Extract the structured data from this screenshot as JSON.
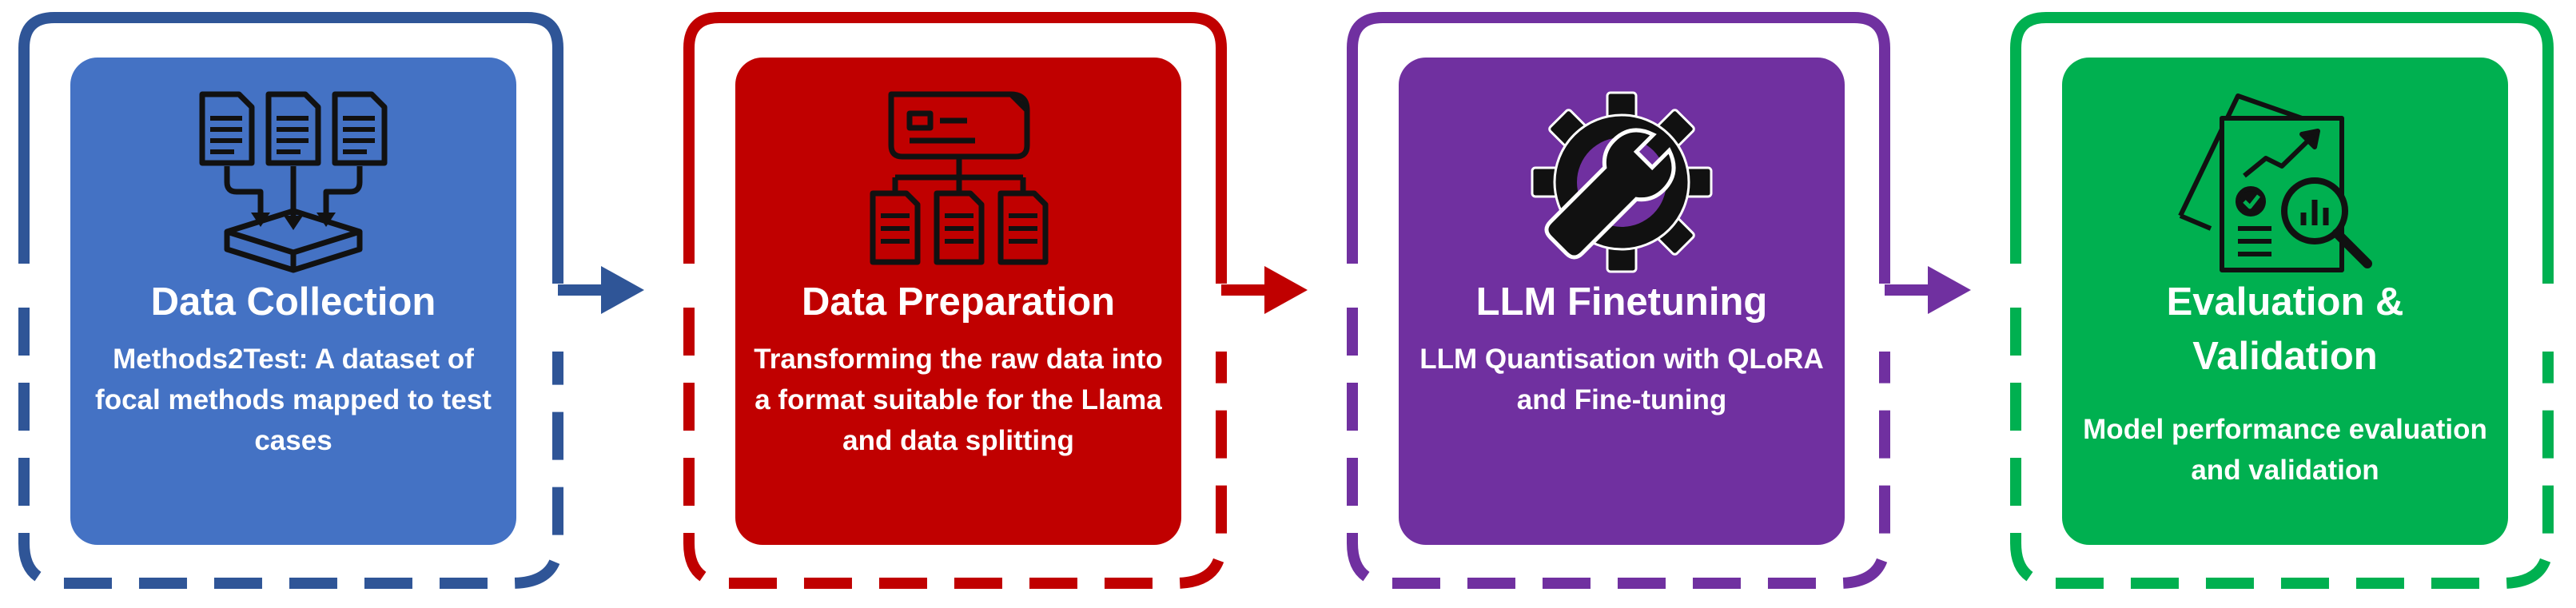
{
  "colors": {
    "collection": "#4472C4",
    "collection_frame": "#2F5597",
    "preparation": "#C00000",
    "preparation_frame": "#C00000",
    "finetuning": "#7030A0",
    "finetuning_frame": "#7030A0",
    "evaluation": "#00B050",
    "evaluation_frame": "#00B050"
  },
  "stages": [
    {
      "title": "Data Collection",
      "description": "Methods2Test: A dataset of focal methods mapped to test cases",
      "icon": "documents-into-tray-icon"
    },
    {
      "title": "Data Preparation",
      "description": "Transforming the raw data into a format suitable for the Llama and data splitting",
      "icon": "document-split-hierarchy-icon"
    },
    {
      "title": "LLM Finetuning",
      "description": "LLM Quantisation with QLoRA and Fine-tuning",
      "icon": "gear-wrench-icon"
    },
    {
      "title_line1": "Evaluation &",
      "title_line2": "Validation",
      "description": "Model performance evaluation and validation",
      "icon": "report-magnifier-icon"
    }
  ]
}
